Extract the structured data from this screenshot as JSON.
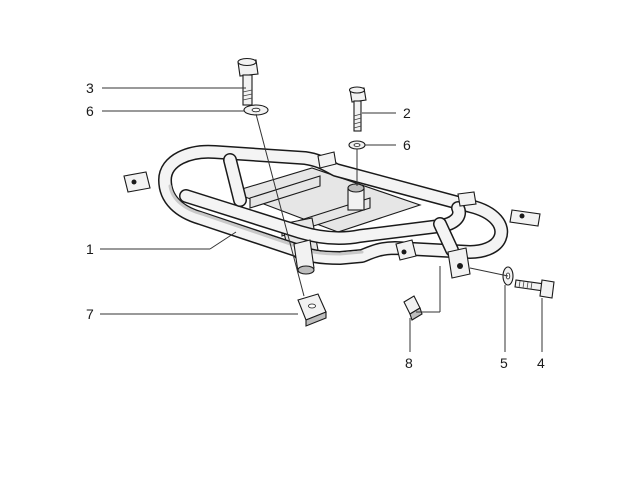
{
  "diagram": {
    "callouts": [
      {
        "id": "c1",
        "label": "1"
      },
      {
        "id": "c2",
        "label": "2"
      },
      {
        "id": "c3",
        "label": "3"
      },
      {
        "id": "c4",
        "label": "4"
      },
      {
        "id": "c5",
        "label": "5"
      },
      {
        "id": "c6a",
        "label": "6"
      },
      {
        "id": "c6b",
        "label": "6"
      },
      {
        "id": "c7",
        "label": "7"
      },
      {
        "id": "c8",
        "label": "8"
      }
    ]
  }
}
